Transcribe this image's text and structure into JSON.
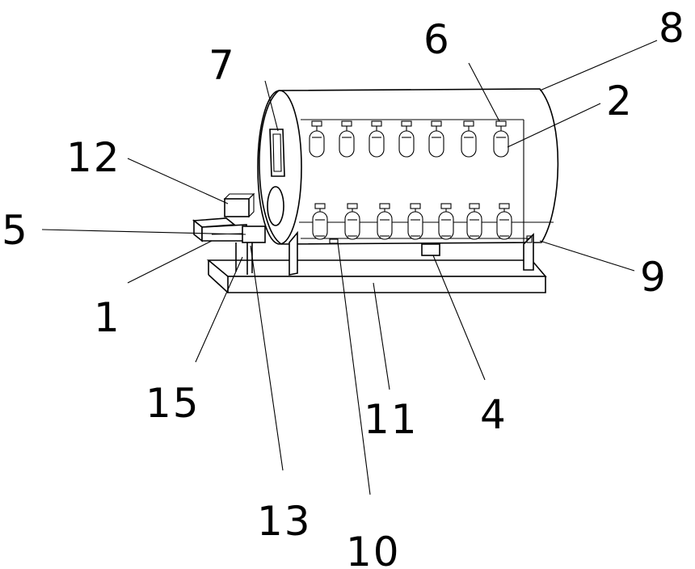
{
  "diagram": {
    "labels": {
      "l1": "1",
      "l2": "2",
      "l4": "4",
      "l5": "5",
      "l6": "6",
      "l7": "7",
      "l8": "8",
      "l9": "9",
      "l10": "10",
      "l11": "11",
      "l12": "12",
      "l13": "13",
      "l15": "15"
    },
    "colors": {
      "line": "#000000",
      "background": "#ffffff"
    }
  }
}
